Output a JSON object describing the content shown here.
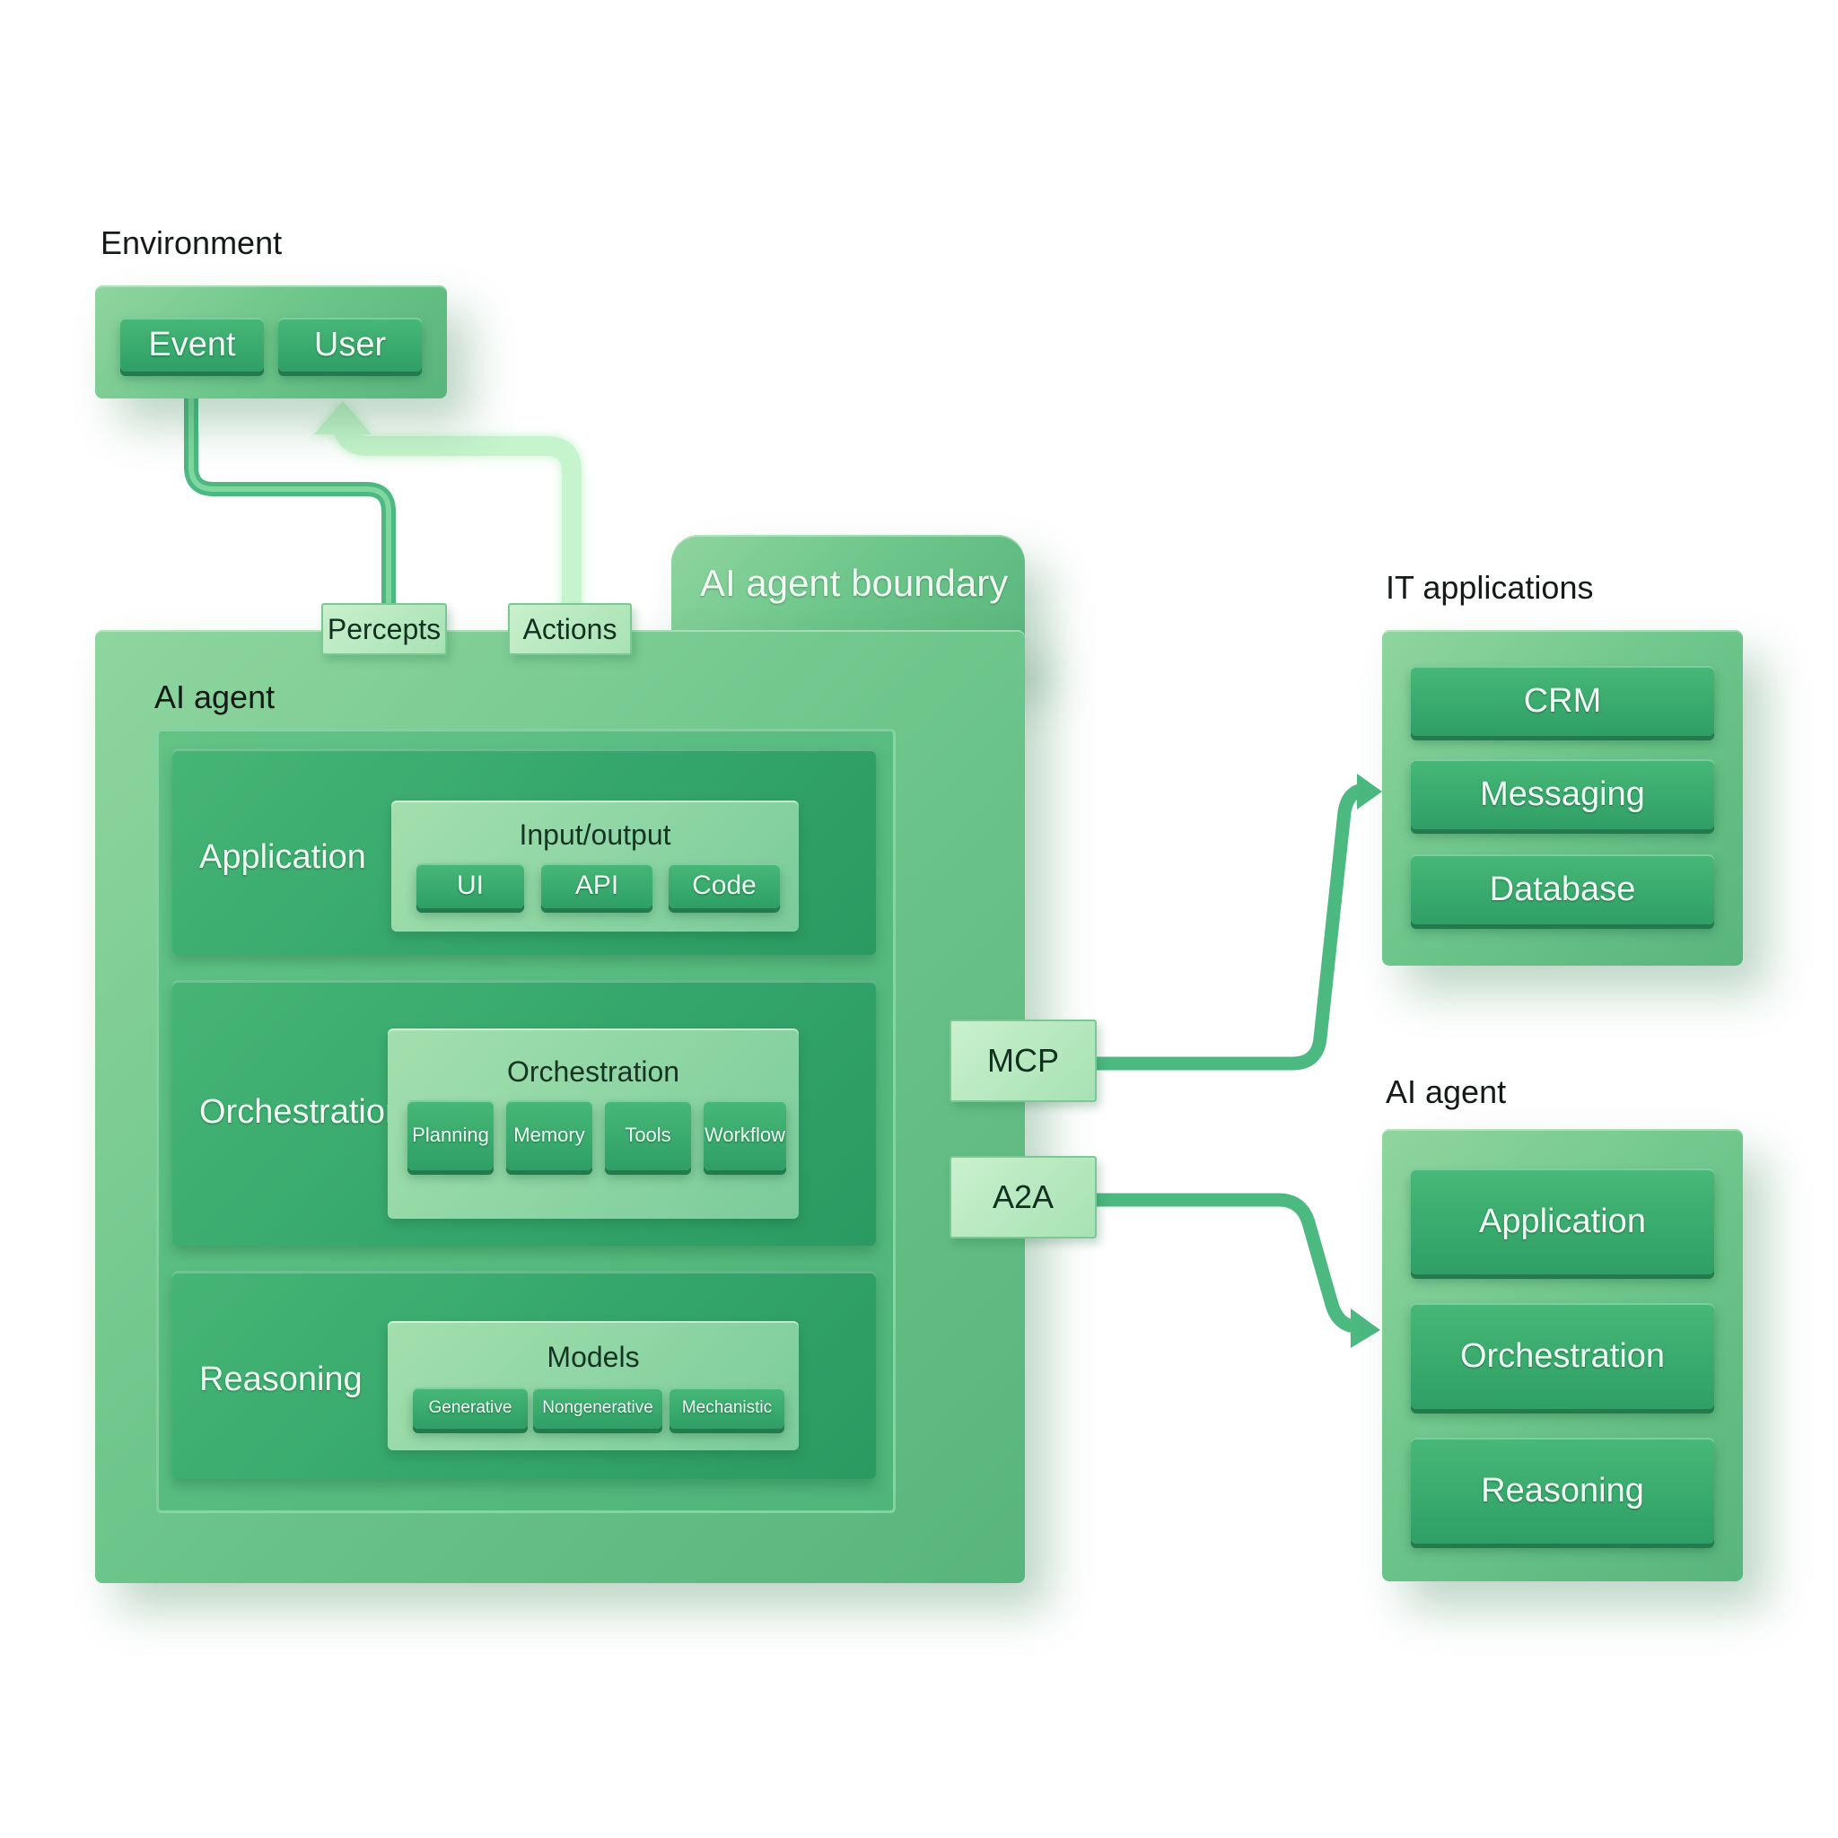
{
  "environment": {
    "title": "Environment",
    "items": [
      "Event",
      "User"
    ]
  },
  "connectors": {
    "percepts": "Percepts",
    "actions": "Actions",
    "mcp": "MCP",
    "a2a": "A2A"
  },
  "boundary": {
    "label": "AI agent boundary"
  },
  "agent": {
    "title": "AI agent",
    "layers": {
      "application": {
        "label": "Application",
        "panel_title": "Input/output",
        "items": [
          "UI",
          "API",
          "Code"
        ]
      },
      "orchestration": {
        "label": "Orchestration",
        "panel_title": "Orchestration",
        "items": [
          "Planning",
          "Memory",
          "Tools",
          "Workflow"
        ]
      },
      "reasoning": {
        "label": "Reasoning",
        "panel_title": "Models",
        "items": [
          "Generative",
          "Nongenerative",
          "Mechanistic"
        ]
      }
    }
  },
  "it_applications": {
    "title": "IT applications",
    "items": [
      "CRM",
      "Messaging",
      "Database"
    ]
  },
  "remote_agent": {
    "title": "AI agent",
    "items": [
      "Application",
      "Orchestration",
      "Reasoning"
    ]
  },
  "colors": {
    "accent": "#3aa96d",
    "light_flow": "#b6f2bf",
    "dark_flow": "#4cb981"
  }
}
